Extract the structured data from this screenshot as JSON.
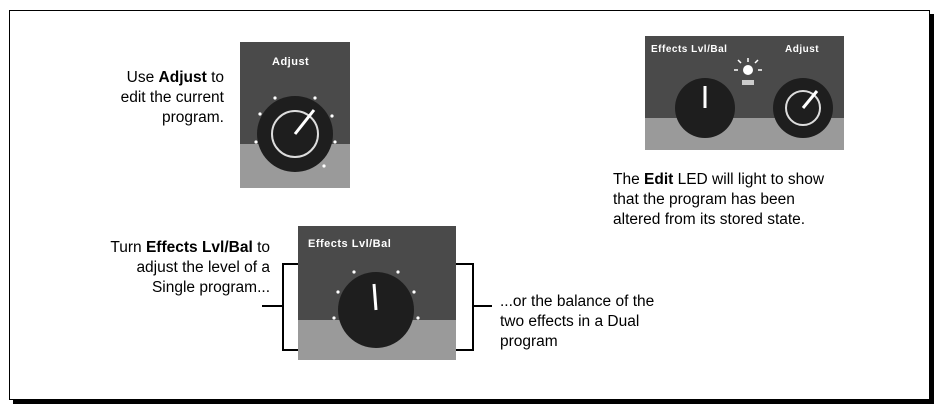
{
  "captions": {
    "adjust_pre": "Use ",
    "adjust_bold": "Adjust",
    "adjust_post1": " to",
    "adjust_line2": "edit the current",
    "adjust_line3": "program.",
    "edit_pre": "The ",
    "edit_bold": "Edit",
    "edit_post1": " LED will light to show",
    "edit_line2": "that the program has been",
    "edit_line3": "altered from its stored state.",
    "fx_pre": "Turn ",
    "fx_bold": "Effects Lvl/Bal",
    "fx_post1": " to",
    "fx_line2": "adjust the level of a",
    "fx_line3": "Single program...",
    "dual_line1": "...or the balance of the",
    "dual_line2": "two effects in a Dual",
    "dual_line3": "program"
  },
  "panels": {
    "adjust": {
      "knob_label": "Adjust"
    },
    "edit": {
      "left_label": "Effects Lvl/Bal",
      "right_label": "Adjust"
    },
    "effects": {
      "knob_label": "Effects Lvl/Bal"
    }
  },
  "colors": {
    "panel_dark": "#4a4a4a",
    "panel_light": "#9a9a9a",
    "knob": "#1e1e1e"
  }
}
